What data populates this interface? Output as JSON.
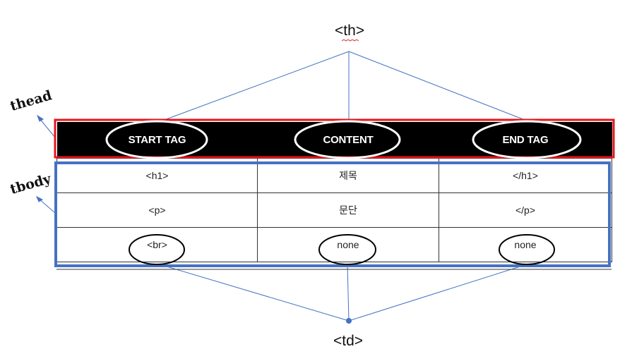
{
  "th_label": "<th>",
  "td_label": "<td>",
  "thead_label": "thead",
  "tbody_label": "tbody",
  "header": [
    "START TAG",
    "CONTENT",
    "END TAG"
  ],
  "rows": [
    [
      "<h1>",
      "제목",
      "</h1>"
    ],
    [
      "<p>",
      "문단",
      "</p>"
    ],
    [
      "<br>",
      "none",
      "none"
    ]
  ],
  "colors": {
    "thead_box": "#e8141c",
    "tbody_box": "#4472c4",
    "connector_line": "#4472c4",
    "header_bg": "#000000",
    "squiggle": "#d9262c"
  }
}
